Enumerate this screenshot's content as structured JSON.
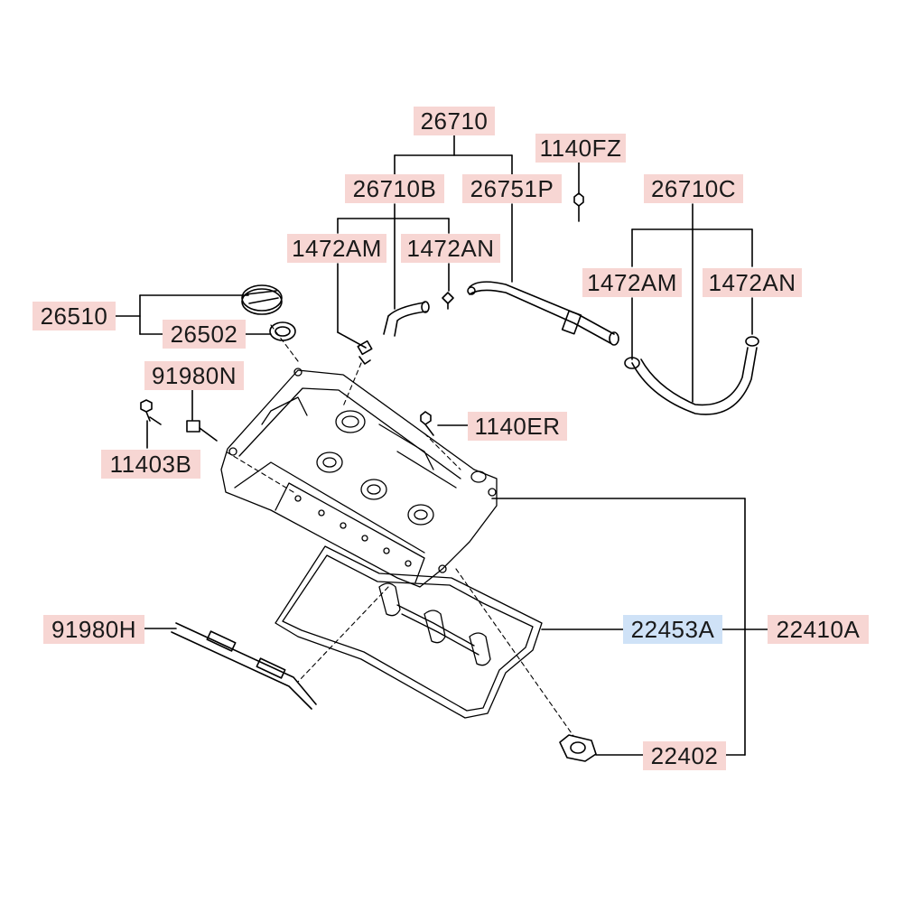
{
  "colors": {
    "label_background": "#f7d6d3",
    "highlight_background": "#cfe2f7",
    "line": "#000000"
  },
  "labels": {
    "p26710": "26710",
    "p26710B": "26710B",
    "p26751P": "26751P",
    "p1140FZ": "1140FZ",
    "p26710C": "26710C",
    "p1472AM_left": "1472AM",
    "p1472AN_left": "1472AN",
    "p1472AM_right": "1472AM",
    "p1472AN_right": "1472AN",
    "p26510": "26510",
    "p26502": "26502",
    "p91980N": "91980N",
    "p11403B": "11403B",
    "p1140ER": "1140ER",
    "p91980H": "91980H",
    "p22453A": "22453A",
    "p22410A": "22410A",
    "p22402": "22402"
  },
  "highlighted_part": "22453A"
}
